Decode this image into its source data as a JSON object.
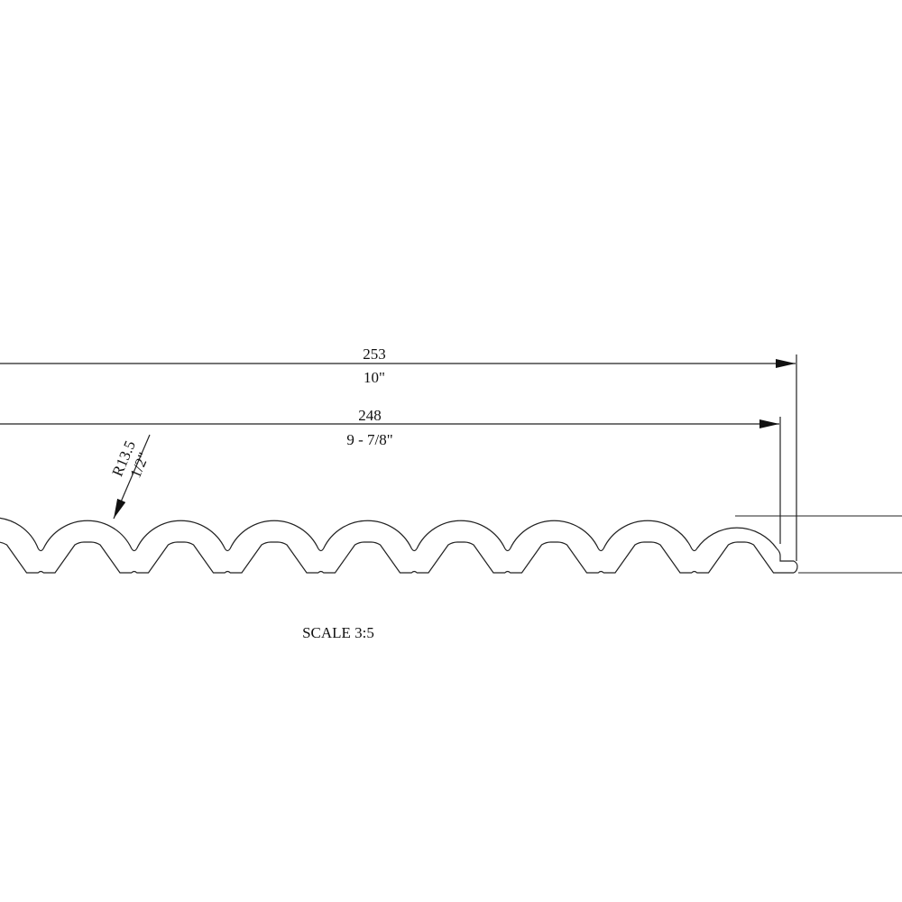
{
  "dimensions": {
    "overall": {
      "mm": "253",
      "inch": "10\""
    },
    "inner": {
      "mm": "248",
      "inch": "9 - 7/8\""
    },
    "radius": {
      "mm": "R13.5",
      "inch": "1/2\""
    }
  },
  "scale_label": "SCALE 3:5",
  "profile": {
    "flute_count_visible": 9
  },
  "colors": {
    "line": "#222222",
    "background": "#ffffff"
  }
}
